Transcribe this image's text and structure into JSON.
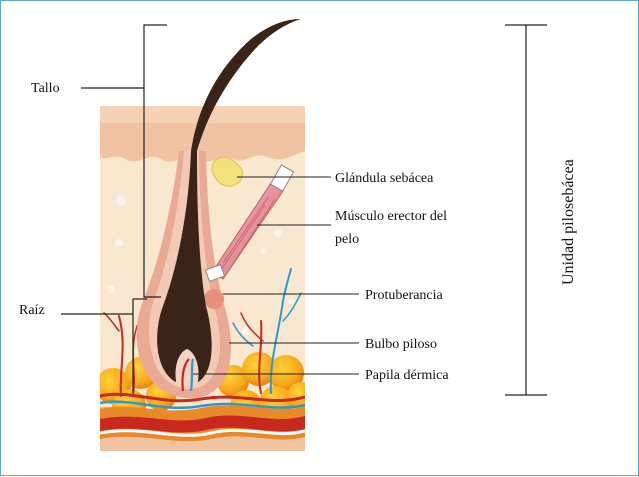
{
  "diagram": {
    "labels": {
      "tallo": "Tallo",
      "raiz": "Raíz",
      "glandula": "Glándula sebácea",
      "musculo_1": "Músculo erector del",
      "musculo_2": "pelo",
      "protuberancia": "Protuberancia",
      "bulbo": "Bulbo piloso",
      "papila": "Papila dérmica",
      "unidad": "Unidad pilosebácea"
    },
    "colors": {
      "frame": "#5aa9c9",
      "skin_surface": "#f4c7a6",
      "dermis": "#f7e6cc",
      "hair": "#3a2417",
      "follicle": "#e7a78f",
      "fat": "#f6a21c",
      "vessel_red": "#c8281e",
      "vessel_blue": "#2c9ad0"
    }
  }
}
